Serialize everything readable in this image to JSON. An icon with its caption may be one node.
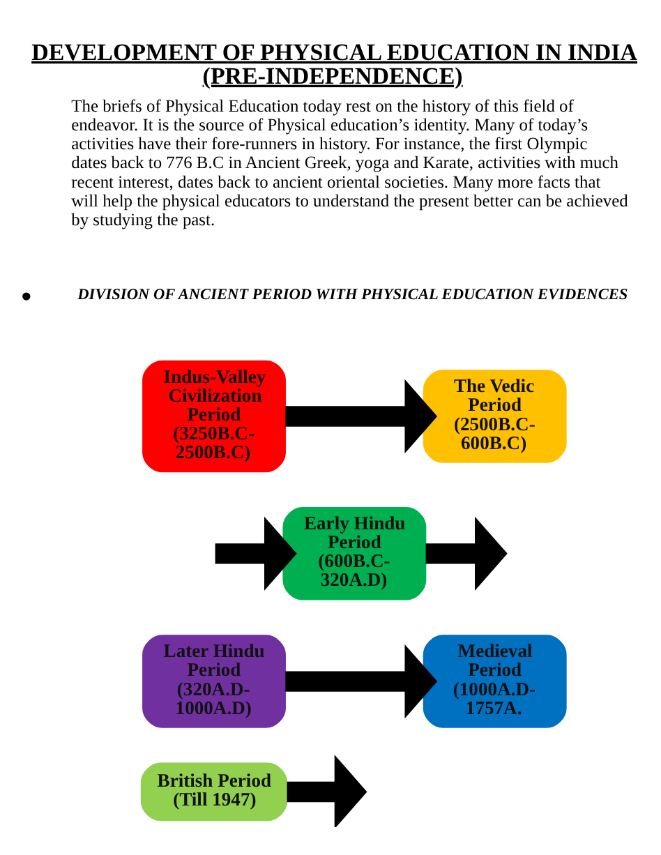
{
  "diagram": {
    "title": "DEVELOPMENT OF PHYSICAL EDUCATION IN INDIA (PRE-INDEPENDENCE)",
    "nodes": [
      {
        "text": [
          "Indus-Valley Civilization Period (3250B.C-2500B.C)"
        ]
      },
      {
        "text": [
          "The Vedic Period (2500B.C-600B.C)"
        ]
      },
      {
        "text": [
          "Early Hindu Period (600B.C-320A.D)"
        ]
      },
      {
        "text": [
          "Later Hindu Period (320A.D-1000A.D)"
        ]
      },
      {
        "text": [
          "Medieval Period (1000A.D-1757A."
        ]
      },
      {
        "text": [
          "British Period (Till 1947)"
        ]
      }
    ],
    "edges": [
      {
        "from": 0,
        "to": 1,
        "arrow": "to"
      },
      {
        "from": 2,
        "to": null,
        "arrow": "to"
      },
      {
        "from": null,
        "to": 2,
        "arrow": "to"
      },
      {
        "from": 3,
        "to": 4,
        "arrow": "to"
      },
      {
        "from": 5,
        "to": null,
        "arrow": "to"
      }
    ],
    "labels": [
      "The briefs of Physical Education today rest on the history of this field of endeavor. It is the source of Physical education’s identity. Many of today’s activities have their fore-runners in history. For instance, the first Olympic dates back to 776 B.C in Ancient Greek, yoga and Karate, activities with much recent interest, dates back to ancient oriental societies. Many more facts that will help the physical educators to understand the present better can be achieved by studying the past.",
      "DIVISION OF ANCIENT PERIOD WITH PHYSICAL EDUCATION EVIDENCES"
    ]
  }
}
